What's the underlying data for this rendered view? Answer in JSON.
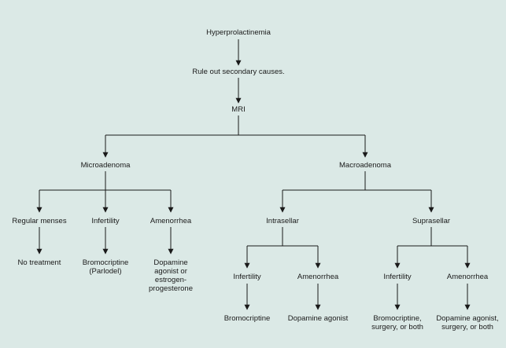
{
  "diagram": {
    "background": "#dbe9e6",
    "line_color": "#1a1a1a",
    "nodes": {
      "root": "Hyperprolactinemia",
      "rule_out": "Rule out secondary causes.",
      "mri": "MRI",
      "microadenoma": "Microadenoma",
      "macroadenoma": "Macroadenoma",
      "regular_menses": "Regular menses",
      "micro_infertility": "Infertility",
      "micro_amenorrhea": "Amenorrhea",
      "no_treatment": "No treatment",
      "bromocriptine_parlodel": [
        "Bromocriptine",
        "(Parlodel)"
      ],
      "dopamine_or_estrogen": [
        "Dopamine",
        "agonist or",
        "estrogen-",
        "progesterone"
      ],
      "intrasellar": "Intrasellar",
      "suprasellar": "Suprasellar",
      "intra_infertility": "Infertility",
      "intra_amenorrhea": "Amenorrhea",
      "supra_infertility": "Infertility",
      "supra_amenorrhea": "Amenorrhea",
      "intra_bromocriptine": "Bromocriptine",
      "intra_dopamine": "Dopamine agonist",
      "supra_bromocriptine": [
        "Bromocriptine,",
        "surgery, or both"
      ],
      "supra_dopamine": [
        "Dopamine agonist,",
        "surgery, or both"
      ]
    }
  }
}
